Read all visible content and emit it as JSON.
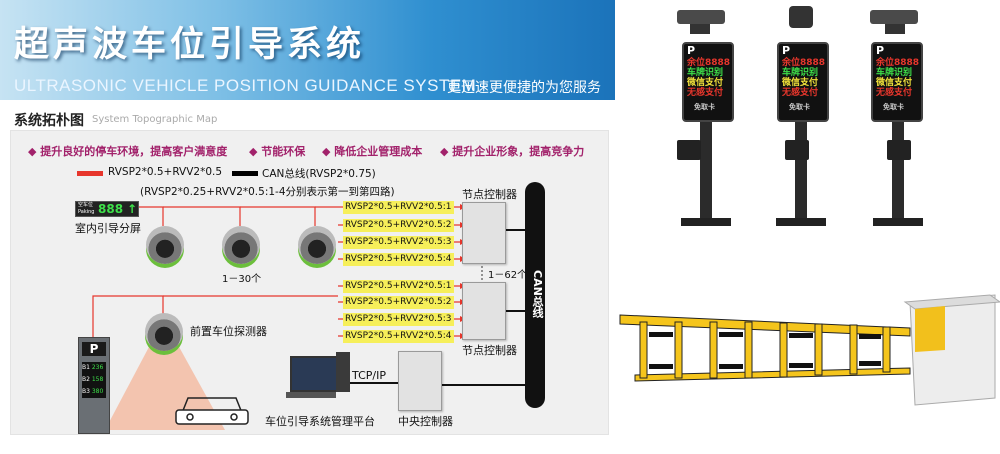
{
  "banner": {
    "title": "超声波车位引导系统",
    "subtitle": "ULTRASONIC VEHICLE POSITION GUIDANCE SYSTEM",
    "slogan": "更迅速更便捷的为您服务"
  },
  "section": {
    "title": "系统拓朴图",
    "title_en": "System Topographic Map"
  },
  "features": [
    "◆ 提升良好的停车环境，提高客户满意度",
    "◆ 节能环保",
    "◆ 降低企业管理成本",
    "◆ 提升企业形象，提高竞争力"
  ],
  "legend": {
    "red": "RVSP2*0.5+RVV2*0.5",
    "black": "CAN总线(RVSP2*0.75)",
    "note": "(RVSP2*0.25+RVV2*0.5:1-4分别表示第一到第四路)"
  },
  "bus_labels_top": [
    "RVSP2*0.5+RVV2*0.5:1",
    "RVSP2*0.5+RVV2*0.5:2",
    "RVSP2*0.5+RVV2*0.5:3",
    "RVSP2*0.5+RVV2*0.5:4"
  ],
  "bus_labels_bottom": [
    "RVSP2*0.5+RVV2*0.5:1",
    "RVSP2*0.5+RVV2*0.5:2",
    "RVSP2*0.5+RVV2*0.5:3",
    "RVSP2*0.5+RVV2*0.5:4"
  ],
  "labels": {
    "node_controller_top": "节点控制器",
    "node_controller_bottom": "节点控制器",
    "range_62": "1－62个",
    "range_30": "1－30个",
    "indoor_screen": "室内引导分屏",
    "front_detector": "前置车位探测器",
    "tcp_ip": "TCP/IP",
    "mgmt_platform": "车位引导系统管理平台",
    "central_controller": "中央控制器",
    "can_bus": "CAN总线"
  },
  "indoor_screen_display": {
    "line1": "空车位",
    "line2": "Paking",
    "digits": "888",
    "arrow": "↑"
  },
  "totem_display": {
    "p": "P",
    "rows": [
      [
        "B1",
        "236"
      ],
      [
        "B2",
        "158"
      ],
      [
        "B3",
        "380"
      ]
    ]
  },
  "camera_signs": {
    "p": "P",
    "line1": "余位8888",
    "line2": "车牌识别",
    "line3": "微信支付",
    "line4": "无感支付",
    "bottom": "免取卡"
  },
  "colors": {
    "pink": "#a2226b",
    "bus_yellow": "#f6ef5a",
    "red_line": "#e7362c",
    "barrier_yellow": "#f5c51c"
  }
}
